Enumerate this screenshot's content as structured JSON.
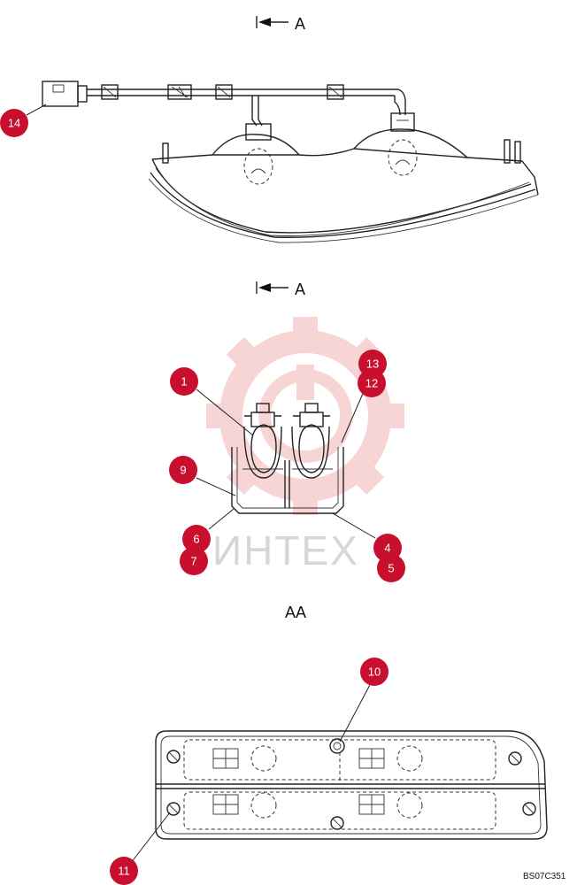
{
  "view_labels": {
    "top_section": "A",
    "mid_section": "A",
    "bottom_view": "AA"
  },
  "watermark": {
    "text": "ИНТЕХ",
    "gear_color": "#f3b3b3"
  },
  "drawing_code": "BS07C351",
  "accent_color": "#c8102e",
  "callouts": [
    "1",
    "4",
    "5",
    "6",
    "7",
    "9",
    "10",
    "11",
    "12",
    "13",
    "14"
  ]
}
